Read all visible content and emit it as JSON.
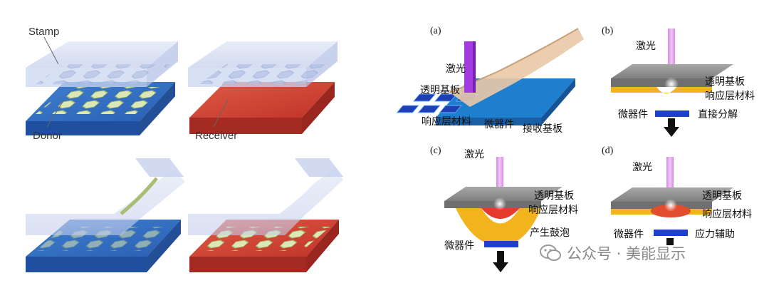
{
  "left_figure": {
    "labels": {
      "stamp": "Stamp",
      "donor": "Donor",
      "receiver": "Receiver"
    }
  },
  "right_figure": {
    "panels": {
      "a": {
        "tag": "(a)",
        "laser": "激光",
        "transparent_substrate": "透明基板",
        "response_layer": "响应层材料",
        "micro_device": "微器件",
        "receiver_substrate": "接收基板"
      },
      "b": {
        "tag": "(b)",
        "laser": "激光",
        "transparent_substrate": "透明基板",
        "response_layer": "响应层材料",
        "direct_decomposition": "直接分解",
        "micro_device": "微器件"
      },
      "c": {
        "tag": "(c)",
        "laser": "激光",
        "transparent_substrate": "透明基板",
        "response_layer": "响应层材料",
        "bubble": "产生鼓泡",
        "micro_device": "微器件"
      },
      "d": {
        "tag": "(d)",
        "laser": "激光",
        "transparent_substrate": "透明基板",
        "response_layer": "响应层材料",
        "micro_device": "微器件",
        "stress_assist": "应力辅助"
      }
    }
  },
  "watermark": {
    "text": "公众号 · 美能显示",
    "icon": "wechat-icon"
  },
  "colors": {
    "donor_blue": "#2a63b8",
    "receiver_red": "#c63a2e",
    "stamp_glass": "#c9d3ee",
    "chip_green": "#cfe0a6",
    "laser_violet": "#d98ae6",
    "response_yellow": "#f2b41c"
  }
}
